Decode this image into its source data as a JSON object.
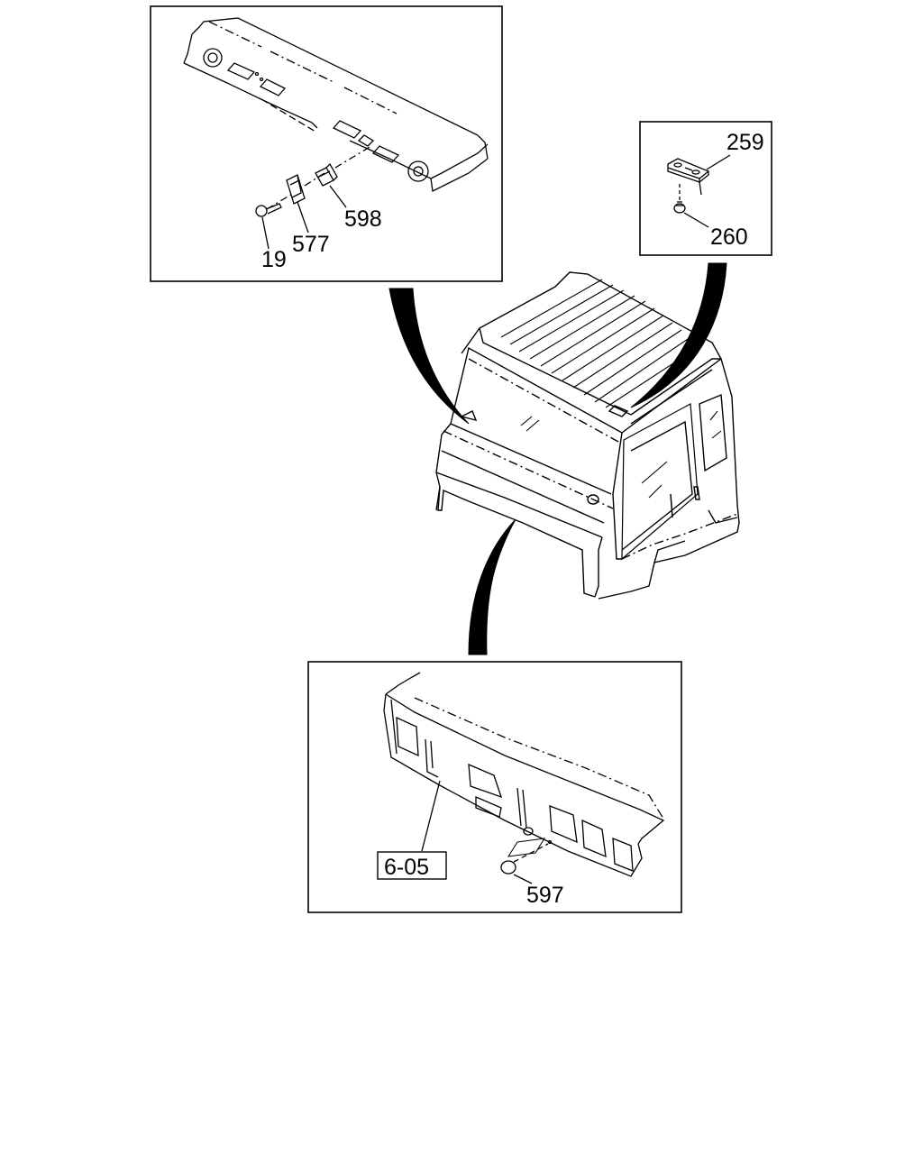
{
  "diagram": {
    "callouts": {
      "screw": "19",
      "bracket": "577",
      "clip": "598",
      "roof_marker_lamp": "259",
      "roof_lamp_screw": "260",
      "plug": "597",
      "reference": "6-05"
    },
    "colors": {
      "line": "#000000",
      "background": "#ffffff"
    }
  }
}
